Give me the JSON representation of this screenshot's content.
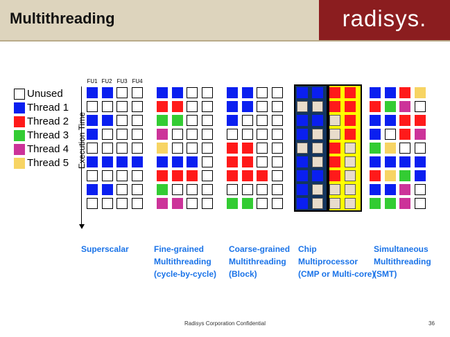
{
  "slide": {
    "title": "Multithreading",
    "logo_text": "radisys.",
    "footer": "Radisys Corporation Confidential",
    "page_number": "36"
  },
  "legend": [
    {
      "label": "Unused",
      "key": "U",
      "color": "#ffffff"
    },
    {
      "label": "Thread 1",
      "key": "1",
      "color": "#0a1ff0"
    },
    {
      "label": "Thread 2",
      "key": "2",
      "color": "#ff1a1a"
    },
    {
      "label": "Thread 3",
      "key": "3",
      "color": "#33cc33"
    },
    {
      "label": "Thread 4",
      "key": "4",
      "color": "#cc3399"
    },
    {
      "label": "Thread 5",
      "key": "5",
      "color": "#f7d463"
    }
  ],
  "colors": {
    "U": "#ffffff",
    "1": "#0a1ff0",
    "2": "#ff1a1a",
    "3": "#33cc33",
    "4": "#cc3399",
    "5": "#f7d463",
    "X": "#e8dccb",
    "chip_blue_bg": "#13355f",
    "chip_yellow_bg": "#ffff00"
  },
  "fu_labels": [
    "FU1",
    "FU2",
    "FU3",
    "FU4"
  ],
  "axis_label": "Execution Time",
  "panels": [
    {
      "caption": [
        "Superscalar"
      ],
      "rows": [
        "11UU",
        "UUUU",
        "11UU",
        "1UUU",
        "UUUU",
        "1111",
        "UUUU",
        "11UU",
        "UUUU"
      ]
    },
    {
      "caption": [
        "Fine-grained",
        "Multithreading",
        "(cycle-by-cycle)"
      ],
      "rows": [
        "11UU",
        "22UU",
        "33UU",
        "4UUU",
        "5UUU",
        "111U",
        "222U",
        "3UUU",
        "44UU"
      ]
    },
    {
      "caption": [
        "Coarse-grained",
        "Multithreading",
        "(Block)"
      ],
      "rows": [
        "11UU",
        "11UU",
        "1UUU",
        "UUUU",
        "22UU",
        "22UU",
        "222U",
        "UUUU",
        "33UU"
      ]
    },
    {
      "caption": [
        "Chip",
        "Multiprocessor",
        "(CMP or Multi-core)"
      ],
      "chip": true,
      "rows": [
        "1122",
        "XX22",
        "11X2",
        "1XX2",
        "XX2X",
        "1X2X",
        "112X",
        "1XXX",
        "1XXX"
      ]
    },
    {
      "caption": [
        "Simultaneous",
        "Multithreading",
        "(SMT)"
      ],
      "rows": [
        "1125",
        "234U",
        "1122",
        "1U24",
        "35UU",
        "1111",
        "2531",
        "114U",
        "334U"
      ]
    }
  ]
}
